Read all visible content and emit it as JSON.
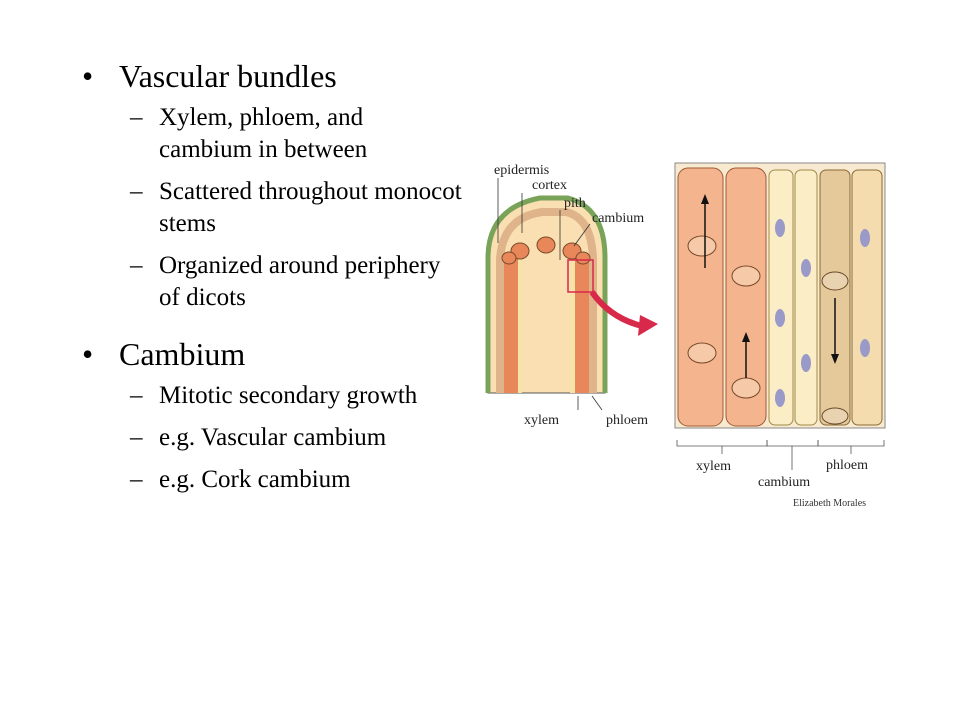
{
  "slide": {
    "bullets": [
      {
        "text": "Vascular bundles"
      },
      {
        "text": "Xylem, phloem, and cambium in between"
      },
      {
        "text": "Scattered throughout monocot stems"
      },
      {
        "text": "Organized around periphery of dicots"
      },
      {
        "text": "Cambium"
      },
      {
        "text": "Mitotic secondary growth"
      },
      {
        "text": "e.g. Vascular cambium"
      },
      {
        "text": "e.g. Cork cambium"
      }
    ],
    "bullet_glyph": "•",
    "dash_glyph": "–"
  },
  "figure": {
    "labels": {
      "epidermis": "epidermis",
      "cortex": "cortex",
      "pith": "pith",
      "cambium": "cambium",
      "xylem": "xylem",
      "phloem": "phloem",
      "xylem2": "xylem",
      "cambium2": "cambium",
      "phloem2": "phloem"
    },
    "credit": "Elizabeth Morales",
    "colors": {
      "xylem": "#e8875a",
      "phloem": "#f6e3a8",
      "pith": "#f8d9a8",
      "epidermis": "#7aa35a",
      "arrow": "#d8294a",
      "vessel": "#8f8fbd"
    }
  }
}
